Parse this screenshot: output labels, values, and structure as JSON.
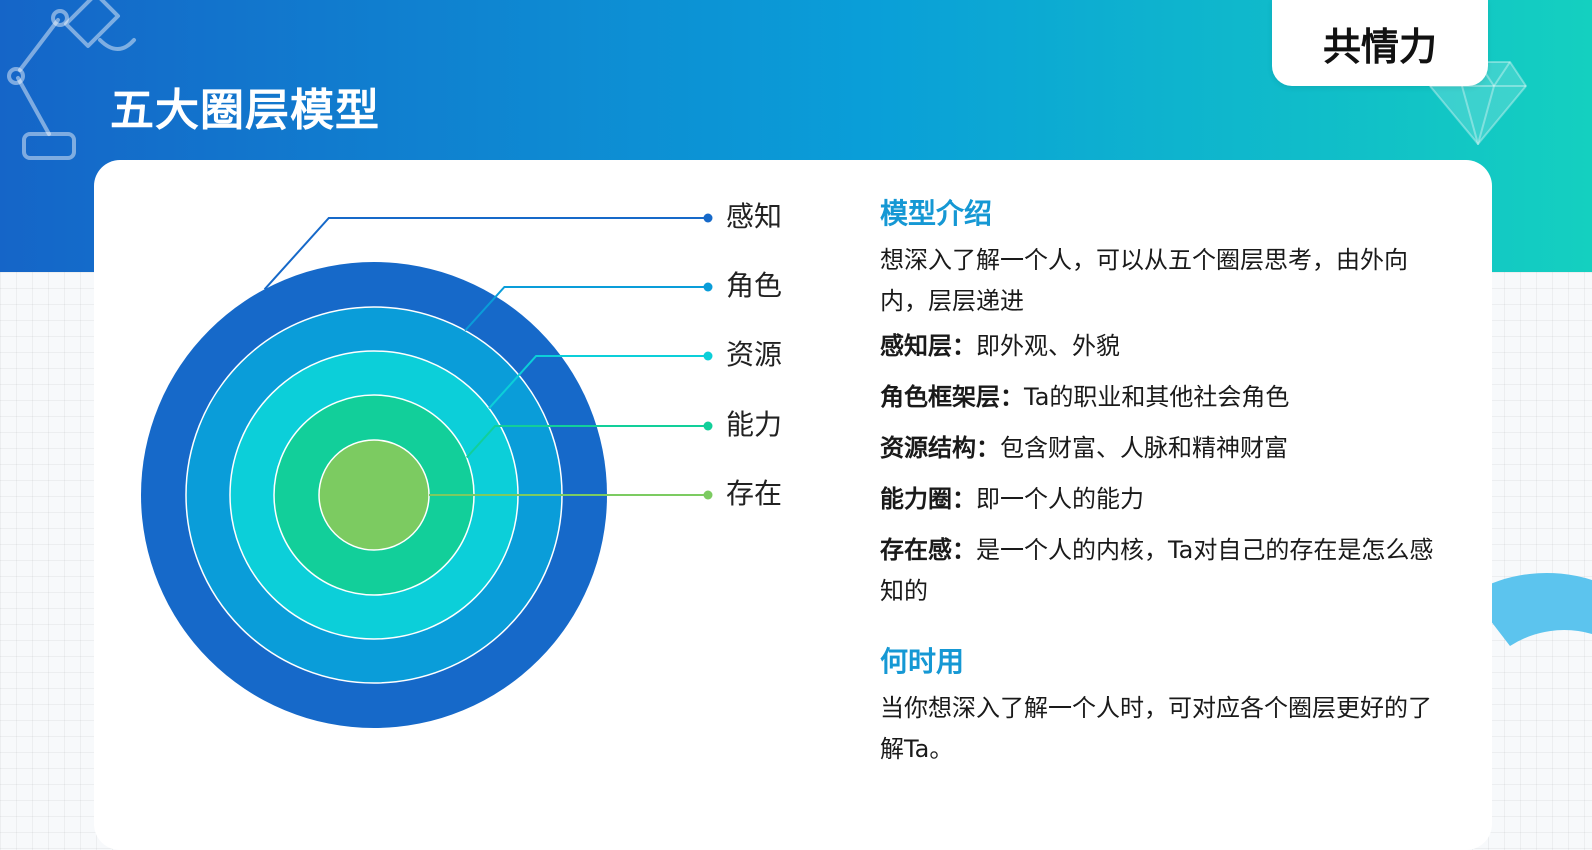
{
  "header": {
    "title": "五大圈层模型",
    "tag": "共情力"
  },
  "colors": {
    "band_start": "#1565c8",
    "band_end": "#14d0c0",
    "accent": "#1598d4",
    "ring_colors": [
      "#1669c9",
      "#0a9dd9",
      "#0ccfd9",
      "#12cf9a",
      "#7ccb61"
    ]
  },
  "icons": [
    "desk-lamp-icon",
    "diamond-icon"
  ],
  "diagram": {
    "layers": [
      {
        "label": "感知",
        "color": "#1669c9"
      },
      {
        "label": "角色",
        "color": "#0a9dd9"
      },
      {
        "label": "资源",
        "color": "#0ccfd9"
      },
      {
        "label": "能力",
        "color": "#12cf9a"
      },
      {
        "label": "存在",
        "color": "#7ccb61"
      }
    ]
  },
  "intro": {
    "heading": "模型介绍",
    "text": "想深入了解一个人，可以从五个圈层思考，由外向内，层层递进",
    "items": [
      {
        "term": "感知层：",
        "desc": "即外观、外貌"
      },
      {
        "term": "角色框架层：",
        "desc": "Ta的职业和其他社会角色"
      },
      {
        "term": "资源结构：",
        "desc": "包含财富、人脉和精神财富"
      },
      {
        "term": "能力圈：",
        "desc": "即一个人的能力"
      },
      {
        "term": "存在感：",
        "desc": "是一个人的内核，Ta对自己的存在是怎么感知的"
      }
    ]
  },
  "usage": {
    "heading": "何时用",
    "text": "当你想深入了解一个人时，可对应各个圈层更好的了解Ta。"
  }
}
